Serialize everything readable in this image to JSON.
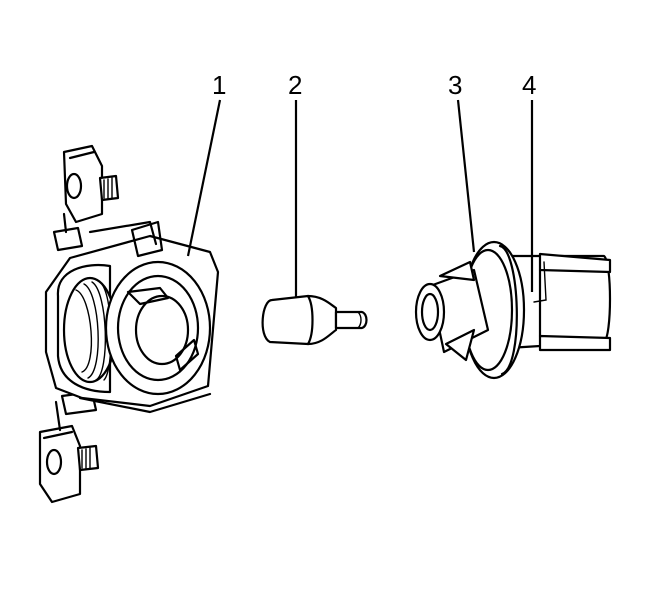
{
  "figure": {
    "callouts": [
      {
        "label": "1",
        "part": "lamp-housing-socket"
      },
      {
        "label": "2",
        "part": "bulb"
      },
      {
        "label": "3",
        "part": "bulb-socket-flange"
      },
      {
        "label": "4",
        "part": "bulb-socket-connector"
      }
    ]
  }
}
